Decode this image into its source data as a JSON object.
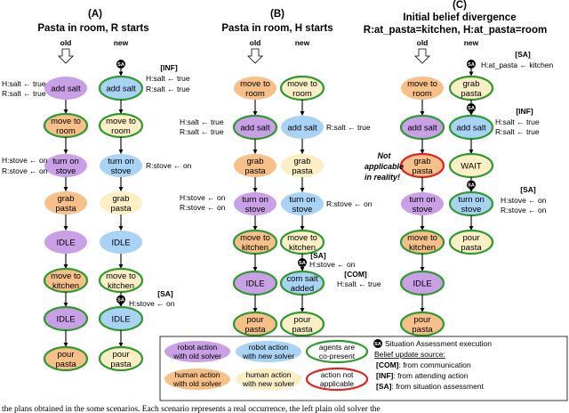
{
  "colors": {
    "robot_old": "#c9a0e6",
    "robot_new": "#a9d3f5",
    "human_old": "#f7c089",
    "human_new": "#fdefc5",
    "copresent": "#2f9a2f",
    "not_applicable": "#e32222"
  },
  "panels": [
    {
      "id": "A",
      "label": "(A)",
      "title": "Pasta in room, R starts"
    },
    {
      "id": "B",
      "label": "(B)",
      "title": "Pasta in room, H starts"
    },
    {
      "id": "C",
      "label": "(C)",
      "title": "Initial belief divergence",
      "subtitle": "R:at_pasta=kitchen, H:at_pasta=room"
    }
  ],
  "column_labels": {
    "old": "old",
    "new": "new"
  },
  "nodes": {
    "A_old": [
      {
        "t": [
          "add salt"
        ],
        "k": "robot_old",
        "g": false,
        "r": false
      },
      {
        "t": [
          "move to",
          "room"
        ],
        "k": "human_old",
        "g": true,
        "r": false
      },
      {
        "t": [
          "turn on",
          "stove"
        ],
        "k": "robot_old",
        "g": false,
        "r": false
      },
      {
        "t": [
          "grab",
          "pasta"
        ],
        "k": "human_old",
        "g": false,
        "r": false
      },
      {
        "t": [
          "IDLE"
        ],
        "k": "robot_old",
        "g": false,
        "r": false
      },
      {
        "t": [
          "move to",
          "kitchen"
        ],
        "k": "human_old",
        "g": true,
        "r": false
      },
      {
        "t": [
          "IDLE"
        ],
        "k": "robot_old",
        "g": true,
        "r": false
      },
      {
        "t": [
          "pour",
          "pasta"
        ],
        "k": "human_old",
        "g": true,
        "r": false
      }
    ],
    "A_new": [
      {
        "t": [
          "add salt"
        ],
        "k": "robot_new",
        "g": true,
        "r": false
      },
      {
        "t": [
          "move to",
          "room"
        ],
        "k": "human_new",
        "g": true,
        "r": false
      },
      {
        "t": [
          "turn on",
          "stove"
        ],
        "k": "robot_new",
        "g": false,
        "r": false
      },
      {
        "t": [
          "grab",
          "pasta"
        ],
        "k": "human_new",
        "g": false,
        "r": false
      },
      {
        "t": [
          "IDLE"
        ],
        "k": "robot_new",
        "g": false,
        "r": false
      },
      {
        "t": [
          "move to",
          "kitchen"
        ],
        "k": "human_new",
        "g": true,
        "r": false
      },
      {
        "t": [
          "IDLE"
        ],
        "k": "robot_new",
        "g": true,
        "r": false
      },
      {
        "t": [
          "pour",
          "pasta"
        ],
        "k": "human_new",
        "g": true,
        "r": false
      }
    ],
    "B_old": [
      {
        "t": [
          "move to",
          "room"
        ],
        "k": "human_old",
        "g": false,
        "r": false
      },
      {
        "t": [
          "add salt"
        ],
        "k": "robot_old",
        "g": true,
        "r": false
      },
      {
        "t": [
          "grab",
          "pasta"
        ],
        "k": "human_old",
        "g": false,
        "r": false
      },
      {
        "t": [
          "turn on",
          "stove"
        ],
        "k": "robot_old",
        "g": false,
        "r": false
      },
      {
        "t": [
          "move to",
          "kitchen"
        ],
        "k": "human_old",
        "g": true,
        "r": false
      },
      {
        "t": [
          "IDLE"
        ],
        "k": "robot_old",
        "g": true,
        "r": false
      },
      {
        "t": [
          "pour",
          "pasta"
        ],
        "k": "human_old",
        "g": true,
        "r": false
      }
    ],
    "B_new": [
      {
        "t": [
          "move to",
          "room"
        ],
        "k": "human_new",
        "g": true,
        "r": false
      },
      {
        "t": [
          "add salt"
        ],
        "k": "robot_new",
        "g": false,
        "r": false
      },
      {
        "t": [
          "grab",
          "pasta"
        ],
        "k": "human_new",
        "g": false,
        "r": false
      },
      {
        "t": [
          "turn on",
          "stove"
        ],
        "k": "robot_new",
        "g": false,
        "r": false
      },
      {
        "t": [
          "move to",
          "kitchen"
        ],
        "k": "human_new",
        "g": true,
        "r": false
      },
      {
        "t": [
          "com salt",
          "added"
        ],
        "k": "robot_new",
        "g": true,
        "r": false
      },
      {
        "t": [
          "pour",
          "pasta"
        ],
        "k": "human_new",
        "g": true,
        "r": false
      }
    ],
    "C_old": [
      {
        "t": [
          "move to",
          "room"
        ],
        "k": "human_old",
        "g": false,
        "r": false
      },
      {
        "t": [
          "add salt"
        ],
        "k": "robot_old",
        "g": true,
        "r": false
      },
      {
        "t": [
          "grab",
          "pasta"
        ],
        "k": "human_old",
        "g": false,
        "r": true
      },
      {
        "t": [
          "turn on",
          "stove"
        ],
        "k": "robot_old",
        "g": false,
        "r": false
      },
      {
        "t": [
          "move to",
          "kitchen"
        ],
        "k": "human_old",
        "g": true,
        "r": false
      },
      {
        "t": [
          "IDLE"
        ],
        "k": "robot_old",
        "g": true,
        "r": false
      },
      {
        "t": [
          "pour",
          "pasta"
        ],
        "k": "human_old",
        "g": true,
        "r": false
      }
    ],
    "C_new": [
      {
        "t": [
          "grab",
          "pasta"
        ],
        "k": "human_new",
        "g": true,
        "r": false
      },
      {
        "t": [
          "add salt"
        ],
        "k": "robot_new",
        "g": true,
        "r": false
      },
      {
        "t": [
          "WAIT"
        ],
        "k": "human_new",
        "g": true,
        "r": false
      },
      {
        "t": [
          "turn on",
          "stove"
        ],
        "k": "robot_new",
        "g": true,
        "r": false
      },
      {
        "t": [
          "pour",
          "pasta"
        ],
        "k": "human_new",
        "g": true,
        "r": false
      }
    ]
  },
  "annotations": {
    "A_inf_tag": "[INF]",
    "A_salt_h": "H:salt ← true",
    "A_salt_r": "R:salt ← true",
    "A_old_salt_h": "H:salt ← true",
    "A_old_salt_r": "R:salt ← true",
    "A_stove_h": "H:stove ← on",
    "A_stove_r": "R:stove ← on",
    "A_new_stove_r": "R:stove ← on",
    "A_sa_tag": "[SA]",
    "A_sa_stove": "H:stove ← on",
    "B_salt_h": "H:salt ← true",
    "B_salt_r": "R:salt ← true",
    "B_new_salt_r": "R:salt ← true",
    "B_stove_h": "H:stove ← on",
    "B_stove_r": "R:stove ← on",
    "B_new_stove_r": "R:stove ← on",
    "B_sa_tag": "[SA]",
    "B_sa_stove": "H:stove ← on",
    "B_com_tag": "[COM]",
    "B_com_salt": "H:salt ← true",
    "C_sa_tag": "[SA]",
    "C_sa_pasta": "H:at_pasta ← kitchen",
    "C_inf_tag": "[INF]",
    "C_salt_h": "H:salt ← true",
    "C_salt_r": "R:salt ← true",
    "C_sa2_tag": "[SA]",
    "C_stove_h": "H:stove ← on",
    "C_stove_r": "R:stove ← on",
    "not_applicable_note": [
      "Not",
      "applicable",
      "in reality!"
    ]
  },
  "legend": {
    "robot_old": [
      "robot action",
      "with old solver"
    ],
    "robot_new": [
      "robot action",
      "with new solver"
    ],
    "copresent": [
      "agents are",
      "co-present"
    ],
    "human_old": [
      "human action",
      "with old solver"
    ],
    "human_new": [
      "human action",
      "with new solver"
    ],
    "not_applicable": [
      "action not",
      "applicable"
    ],
    "sa_icon": "SA",
    "sa_label": "Situation Assessment execution",
    "belief_title": "Belief update source:",
    "sources": [
      {
        "tag": "[COM]",
        "text": ": from communication"
      },
      {
        "tag": "[INF]",
        "text": ": from attending action"
      },
      {
        "tag": "[SA]",
        "text": ": from situation assessment"
      }
    ]
  },
  "caption": "the plans obtained in the some scenarios. Each scenario represents a real occurrence, the left plain old solver the"
}
